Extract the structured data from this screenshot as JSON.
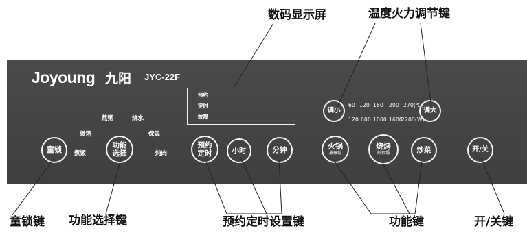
{
  "callouts": {
    "display_screen": "数码显示屏",
    "temp_power_adjust": "温度火力调节键",
    "child_lock": "童锁键",
    "function_select": "功能选择键",
    "timer_set": "预约定时设置键",
    "function_keys": "功能键",
    "power_key": "开/关键"
  },
  "panel": {
    "brand": "Joyoung",
    "brand_cn": "九阳",
    "model": "JYC-22F",
    "status": [
      "预约",
      "定时",
      "故障"
    ],
    "function_modes": [
      "煮饭",
      "煲汤",
      "熬粥",
      "烧水",
      "保温",
      "炖肉"
    ],
    "power_scale_top": [
      "60",
      "120",
      "160",
      "200",
      "270(℃)"
    ],
    "power_scale_bottom": [
      "120",
      "600",
      "1000",
      "1600",
      "2200(W)"
    ]
  },
  "keys": {
    "child_lock": "童锁",
    "function_line1": "功能",
    "function_line2": "选择",
    "preset_line1": "预约",
    "preset_line2": "定时",
    "hour": "小时",
    "minute": "分钟",
    "temp_down": "调小",
    "temp_up": "调大",
    "hotpot": "火锅",
    "hotpot_sub": "蒸煮炖",
    "bake": "烧烤",
    "bake_sub": "煎炒焗",
    "stirfry": "炒菜",
    "power": "开/关"
  }
}
